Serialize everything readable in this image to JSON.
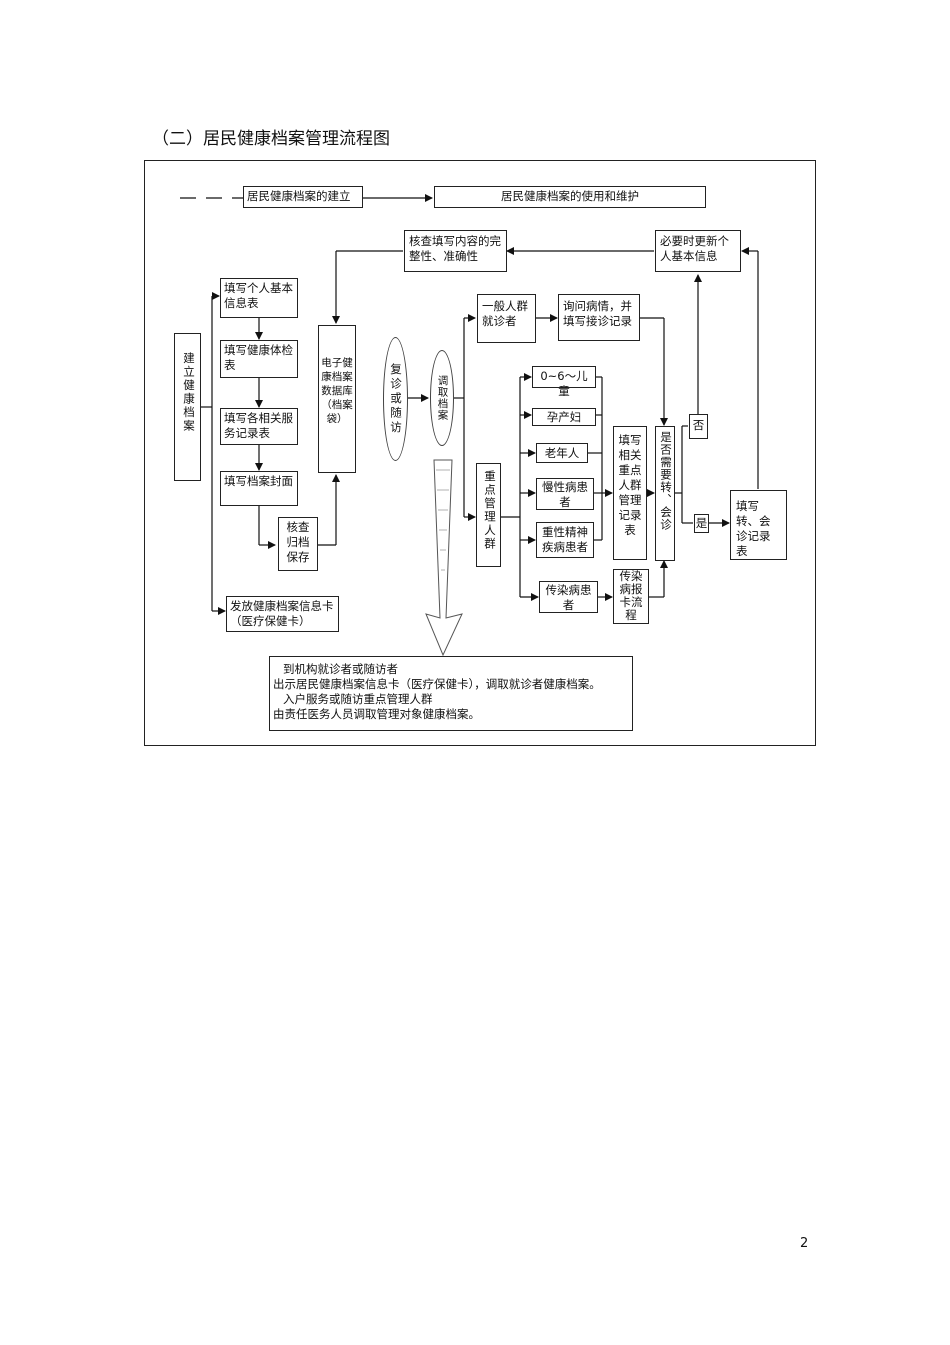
{
  "title": "（二）居民健康档案管理流程图",
  "legend": {
    "build": "居民健康档案的建立",
    "use": "居民健康档案的使用和维护"
  },
  "nodes": {
    "establish": "建立健康档案",
    "fill_personal": "填写个人基本信息表",
    "fill_exam": "填写健康体检表",
    "fill_service": "填写各相关服务记录表",
    "fill_cover": "填写档案封面",
    "check_archive": "核查归档保存",
    "issue_card": "发放健康档案信息卡（医疗保健卡）",
    "database": "电子健康档案数据库（档案袋）",
    "check_complete": "核查填写内容的完整性、准确性",
    "update_info": "必要时更新个人基本信息",
    "revisit": "复诊或随访",
    "retrieve": "调取档案",
    "general": "一般人群就诊者",
    "inquire": "询问病情，并填写接诊记录",
    "key_group": "重点管理人群",
    "child": "0~6～儿童",
    "maternal": "孕产妇",
    "elderly": "老年人",
    "chronic": "慢性病患者",
    "mental": "重性精神疾病患者",
    "infectious": "传染病患者",
    "fill_key": "填写相关重点人群管理记录表",
    "infect_report": "传染病报卡流程",
    "need_referral": "是否需要转、会诊",
    "no": "否",
    "yes": "是",
    "fill_referral": "填写转、会诊记录表"
  },
  "note": {
    "line1": "到机构就诊者或随访者",
    "line2": "出示居民健康档案信息卡（医疗保健卡），调取就诊者健康档案。",
    "line3": "入户服务或随访重点管理人群",
    "line4": "由责任医务人员调取管理对象健康档案。"
  },
  "page_number": "2"
}
